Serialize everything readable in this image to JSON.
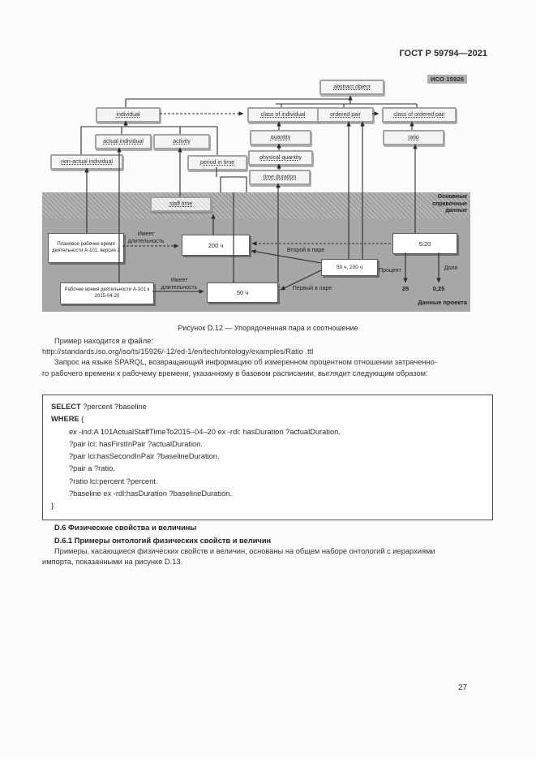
{
  "page": {
    "header": "ГОСТ Р 59794—2021",
    "number": "27"
  },
  "diagram": {
    "iso_tag": "ИСО 15926",
    "class_boxes": [
      "abstract object",
      "individual",
      "class of individual",
      "ordered pair",
      "class of ordered pair",
      "actual individual",
      "activity",
      "quantity",
      "ratio",
      "non-actual individual",
      "period in time",
      "physical quantity",
      "time duration",
      "staff time"
    ],
    "band": {
      "core_label": "Основные справочные данные",
      "project_label": "Данные проекта",
      "instances": [
        "Плановое рабочее время деятельности А-101, версия 2",
        "200 ч",
        "Рабочее время деятельности А-101 к 2015-04-20",
        "50 ч",
        "50 ч, 200 ч",
        "5:20"
      ],
      "labels": {
        "has_duration_1": "Имеет длительность",
        "has_duration_2": "Имеет длительность",
        "second_in_pair": "Второй в паре",
        "first_in_pair": "Первый в паре",
        "percent": "Процент",
        "share": "Доля",
        "percent_value": "25",
        "share_value": "0,25"
      }
    },
    "caption": "Рисунок D.12 — Упорядоченная пара и соотношение"
  },
  "body": {
    "p1": "Пример находится в файле:",
    "url": "http://standards.iso.org/iso/ts/15926/-12/ed-1/en/tech/ontology/examples/Ratio .ttl",
    "p2a": "Запрос на языке SPARQL, возвращающий информацию об измеренном процентном отношении затраченно-",
    "p2b": "го рабочего времени к рабочему времени, указанному в базовом расписании, выглядит следующим образом:"
  },
  "code": {
    "select_kw": "SELECT",
    "select_rest": " ?percent ?baseline",
    "where_kw": "WHERE",
    "where_rest": " {",
    "lines": [
      "ex -ind:A 101ActualStaffTimeTo2015–04–20 ex -rdl: hasDuration ?actualDuration.",
      "?pair lci: hasFirstInPair ?actualDuration.",
      "?pair lci:hasSecondInPair ?baselineDuration.",
      "?pair a ?ratio.",
      "?ratio lci:percent ?percent.",
      "?baseline ex -rdl:hasDuration ?baselineDuration."
    ],
    "close": "}"
  },
  "sections": {
    "h1": "D.6 Физические свойства и величины",
    "h2": "D.6.1 Примеры онтологий физических свойств и величин",
    "p1": "Примеры, касающиеся физических свойств и величин, основаны на общем наборе онтологий с иерархиями",
    "p2": "импорта, показанными на рисунке D.13."
  }
}
